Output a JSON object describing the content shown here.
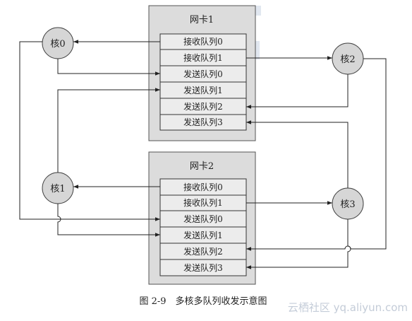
{
  "diagram": {
    "nics": [
      {
        "id": "nic1",
        "label": "网卡1",
        "queues": [
          "接收队列0",
          "接收队列1",
          "发送队列0",
          "发送队列1",
          "发送队列2",
          "发送队列3"
        ]
      },
      {
        "id": "nic2",
        "label": "网卡2",
        "queues": [
          "接收队列0",
          "接收队列1",
          "发送队列0",
          "发送队列1",
          "发送队列2",
          "发送队列3"
        ]
      }
    ],
    "cores": [
      {
        "id": "core0",
        "label": "核0"
      },
      {
        "id": "core1",
        "label": "核1"
      },
      {
        "id": "core2",
        "label": "核2"
      },
      {
        "id": "core3",
        "label": "核3"
      }
    ],
    "links": [
      {
        "from": "nic1.接收队列0",
        "to": "core0"
      },
      {
        "from": "core0",
        "to": "nic1.发送队列0"
      },
      {
        "from": "core0",
        "to": "nic2.发送队列0"
      },
      {
        "from": "nic1.接收队列1",
        "to": "core2"
      },
      {
        "from": "core2",
        "to": "nic1.发送队列2"
      },
      {
        "from": "core2",
        "to": "nic2.发送队列2"
      },
      {
        "from": "nic2.接收队列0",
        "to": "core1"
      },
      {
        "from": "core1",
        "to": "nic1.发送队列1"
      },
      {
        "from": "core1",
        "to": "nic2.发送队列1"
      },
      {
        "from": "nic2.接收队列1",
        "to": "core3"
      },
      {
        "from": "core3",
        "to": "nic1.发送队列3"
      },
      {
        "from": "core3",
        "to": "nic2.发送队列3"
      }
    ]
  },
  "caption": "图 2-9　多核多队列收发示意图",
  "watermark": "云栖社区 yq.aliyun.com"
}
